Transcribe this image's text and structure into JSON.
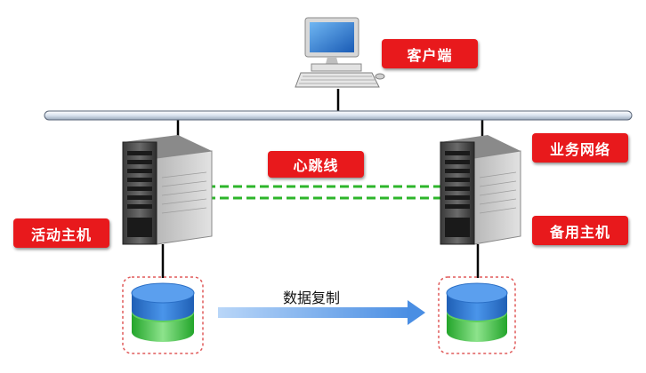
{
  "labels": {
    "client": "客户端",
    "heartbeat": "心跳线",
    "business_network": "业务网络",
    "active_host": "活动主机",
    "standby_host": "备用主机",
    "data_replication": "数据复制"
  },
  "colors": {
    "tag_bg": "#e8191c",
    "heartbeat_line": "#2db52a",
    "network_bar": "#cfd9e6",
    "disk_top": "#2f7bd6",
    "disk_bottom": "#39c43f",
    "disk_border": "#e05a5a",
    "arrow": "#7fb2ef"
  },
  "icons": {
    "client": "desktop-computer-icon",
    "active_host": "tower-server-icon",
    "standby_host": "tower-server-icon",
    "active_storage": "database-disk-icon",
    "standby_storage": "database-disk-icon"
  }
}
